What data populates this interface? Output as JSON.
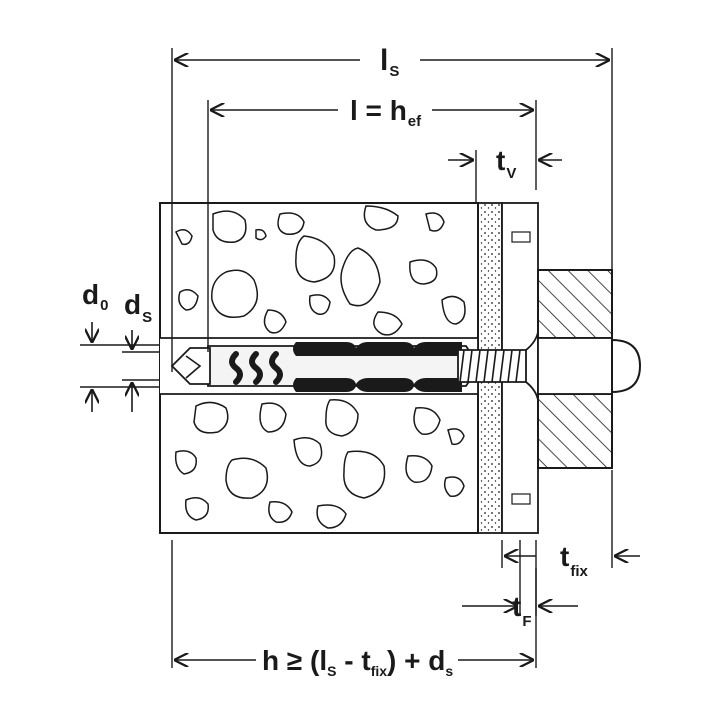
{
  "labels": {
    "ls": {
      "main": "l",
      "sub": "S"
    },
    "l_hef": {
      "main": "l = h",
      "sub": "ef"
    },
    "tv": {
      "main": "t",
      "sub": "V"
    },
    "d0": {
      "main": "d",
      "sub": "0"
    },
    "ds": {
      "main": "d",
      "sub": "S"
    },
    "tfix": {
      "main": "t",
      "sub": "fix"
    },
    "tf": {
      "main": "t",
      "sub": "F"
    },
    "formula": {
      "p1": "h ≥ (l",
      "p1_sub": "S",
      "p2": " - t",
      "p2_sub": "fix",
      "p3": ") + d",
      "p3_sub": "s"
    }
  },
  "colors": {
    "line": "#1a1a1a",
    "concrete": "#ffffff",
    "plug": "#1a1a1a",
    "screw": "#e8e8e8",
    "fixture_hatch": "#1a1a1a"
  }
}
